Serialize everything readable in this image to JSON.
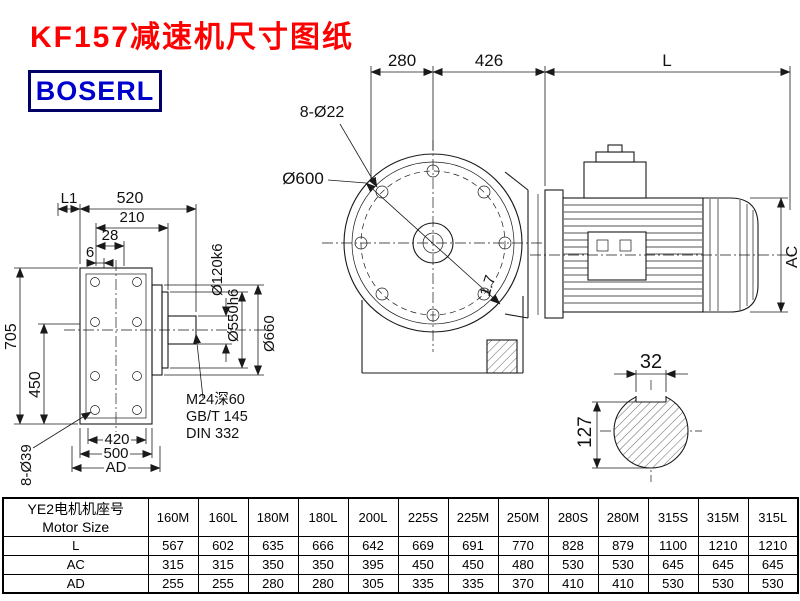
{
  "page": {
    "title": "KF157减速机尺寸图纸",
    "brand": "BOSERL"
  },
  "dims": {
    "d280": "280",
    "d426": "426",
    "L": "L",
    "bolt_flange": "8-Ø22",
    "flange_dia": "Ø600",
    "AC": "AC",
    "L1": "L1",
    "d520": "520",
    "d210": "210",
    "d28": "28",
    "d6": "6",
    "shaft_dia": "Ø120k6",
    "spigot_dia": "Ø550h6",
    "flange_od": "Ø660",
    "d705": "705",
    "d450": "450",
    "bolt_side": "8-Ø39",
    "d420": "420",
    "d500": "500",
    "AD": "AD",
    "tap": "M24深60",
    "std_gb": "GB/T 145",
    "std_din": "DIN 332",
    "note": "1.7",
    "key_w": "32",
    "d127": "127"
  },
  "table": {
    "header_cn": "YE2电机机座号",
    "header_en": "Motor Size",
    "columns": [
      "160M",
      "160L",
      "180M",
      "180L",
      "200L",
      "225S",
      "225M",
      "250M",
      "280S",
      "280M",
      "315S",
      "315M",
      "315L"
    ],
    "rows": [
      {
        "label": "L",
        "values": [
          "567",
          "602",
          "635",
          "666",
          "642",
          "669",
          "691",
          "770",
          "828",
          "879",
          "1100",
          "1210",
          "1210"
        ]
      },
      {
        "label": "AC",
        "values": [
          "315",
          "315",
          "350",
          "350",
          "395",
          "450",
          "450",
          "480",
          "530",
          "530",
          "645",
          "645",
          "645"
        ]
      },
      {
        "label": "AD",
        "values": [
          "255",
          "255",
          "280",
          "280",
          "305",
          "335",
          "335",
          "370",
          "410",
          "410",
          "530",
          "530",
          "530"
        ]
      }
    ]
  }
}
